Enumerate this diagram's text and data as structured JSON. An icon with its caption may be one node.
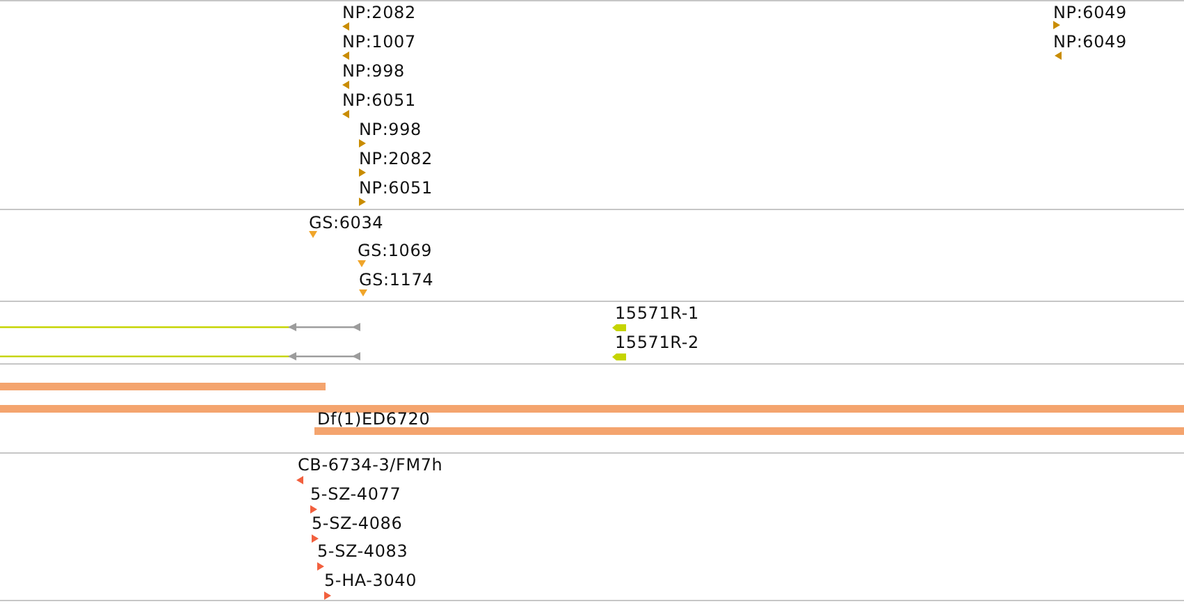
{
  "diagram": {
    "labels": [
      "NP:2082",
      "NP:6049",
      "NP:1007",
      "NP:6049",
      "NP:998",
      "NP:6051",
      "NP:998",
      "NP:2082",
      "NP:6051",
      "GS:6034",
      "GS:1069",
      "GS:1174",
      "15571R-1",
      "15571R-2",
      "Df(1)ED6720",
      "CB-6734-3/FM7h",
      "5-SZ-4077",
      "5-SZ-4086",
      "5-SZ-4083",
      "5-HA-3040"
    ]
  }
}
